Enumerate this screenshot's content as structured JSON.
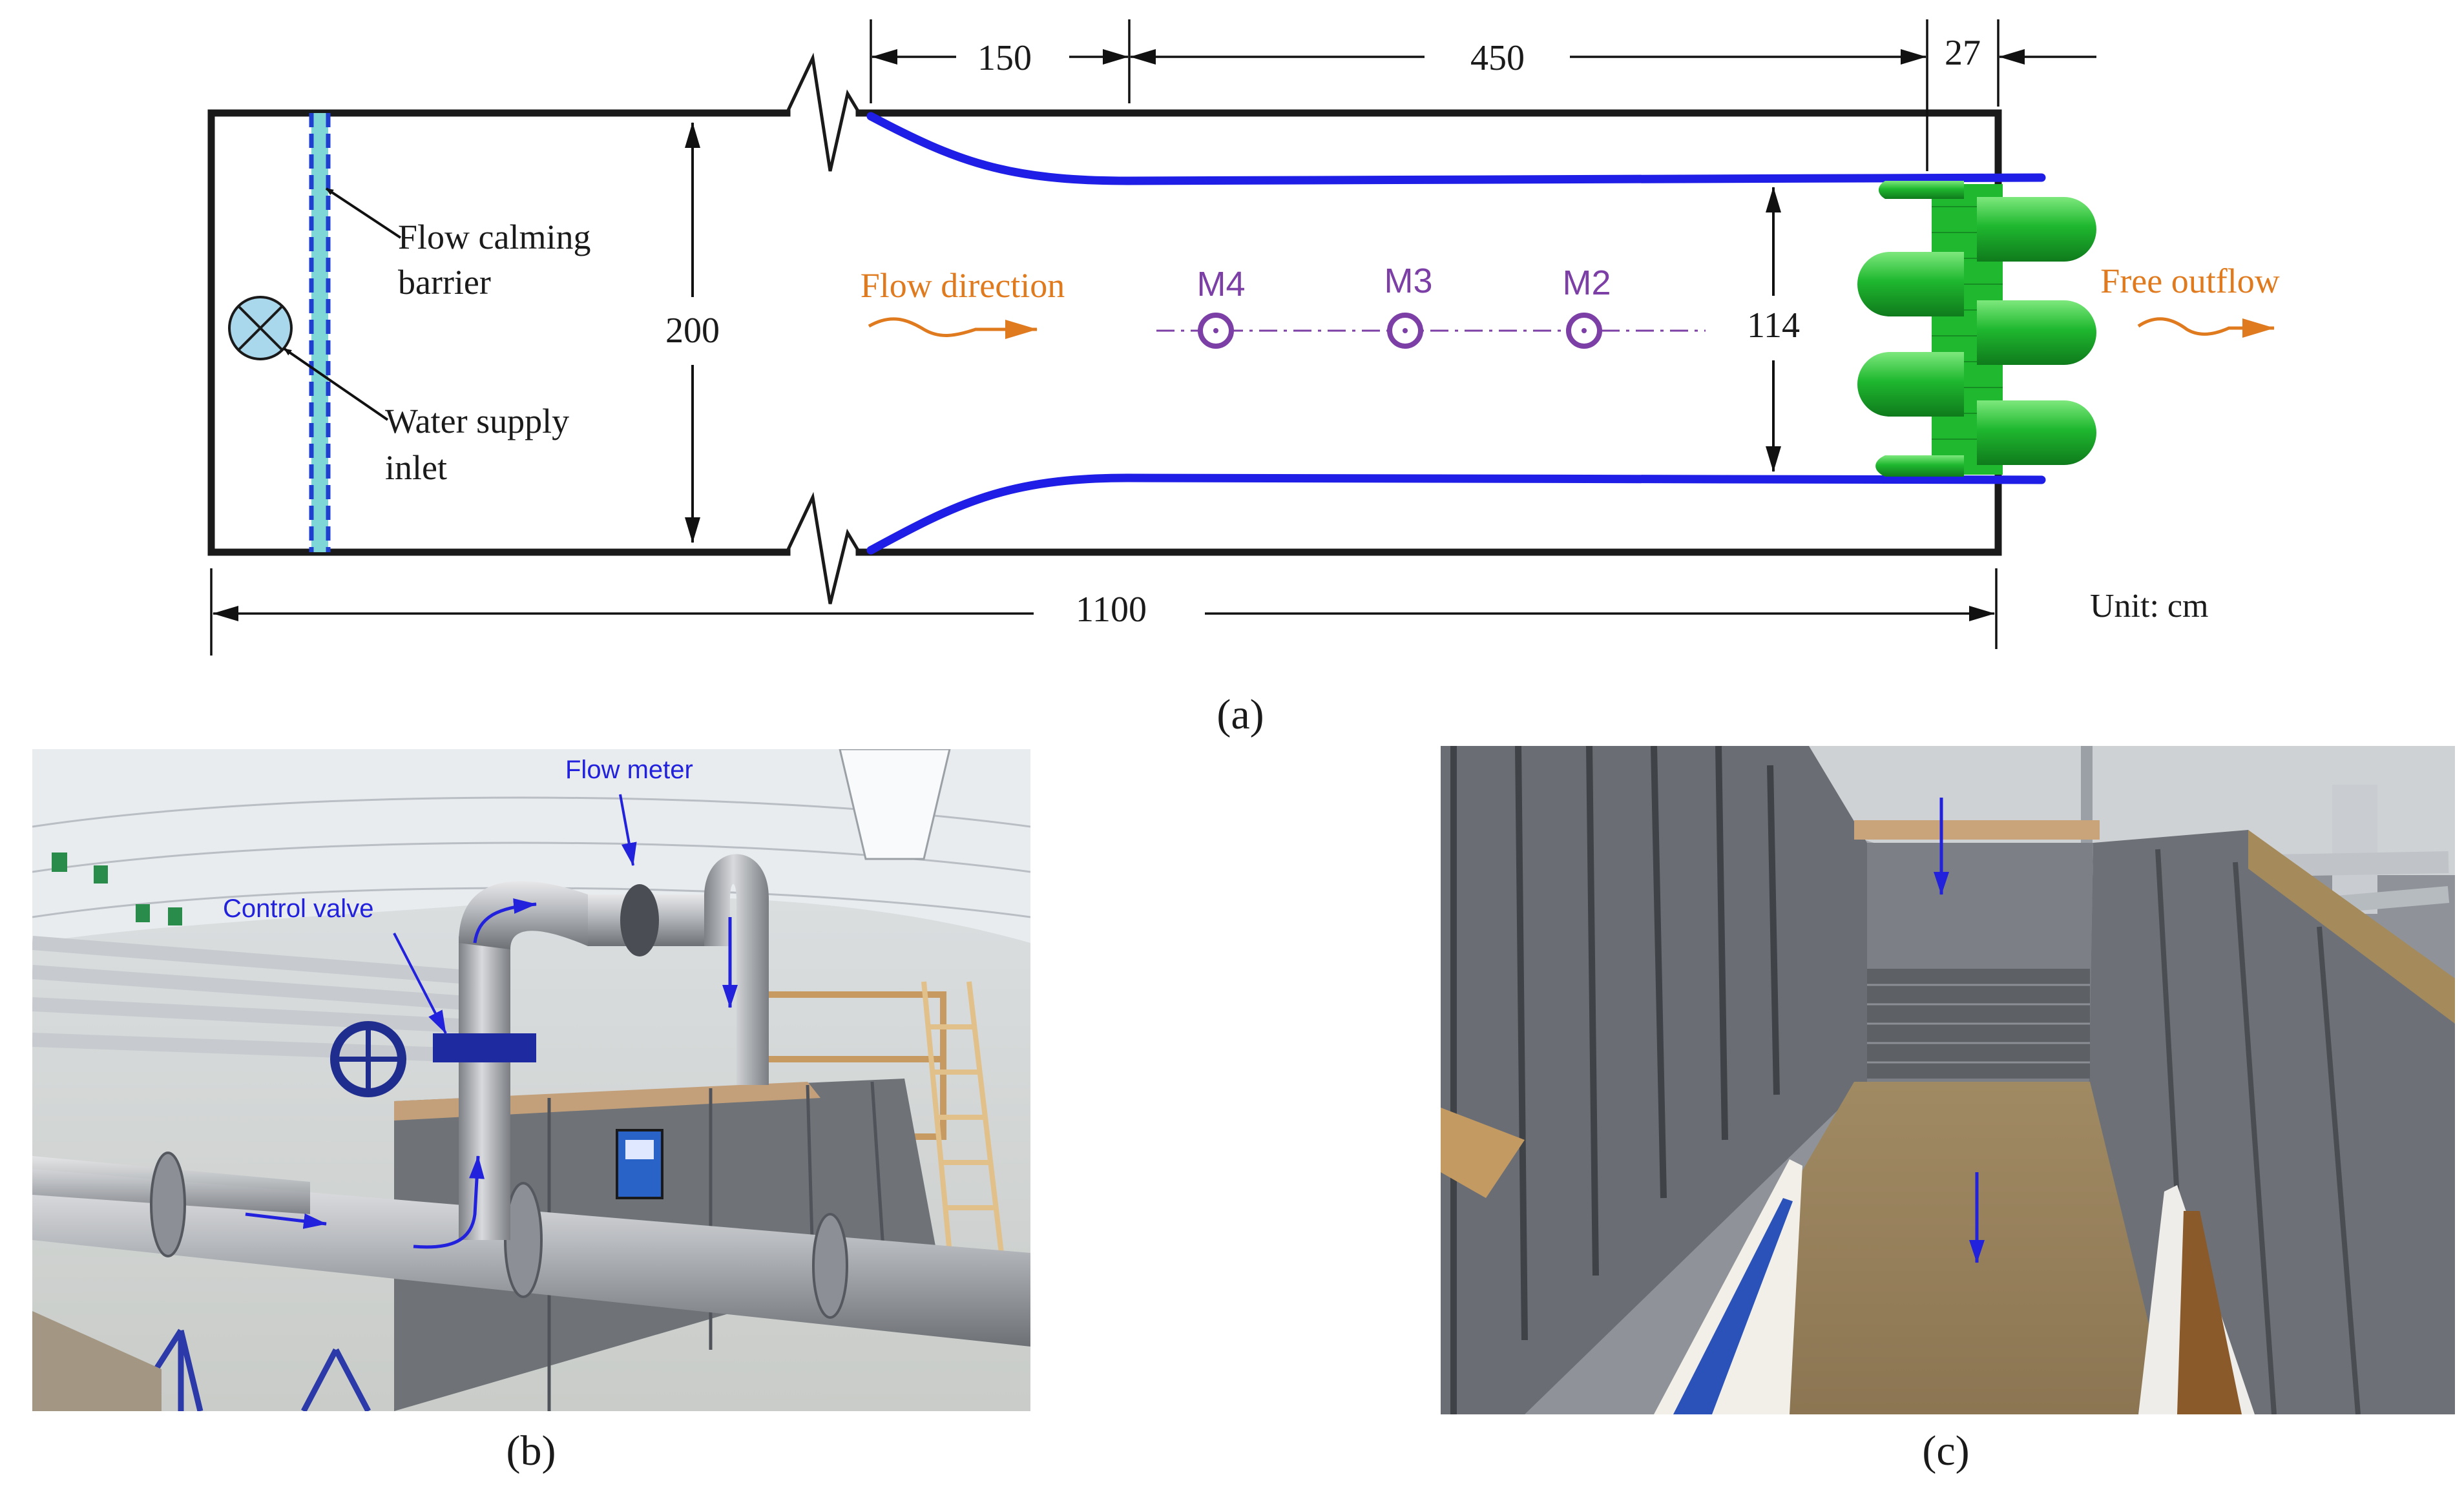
{
  "panel_a": {
    "label": "(a)",
    "dimensions": {
      "upstream_length": "150",
      "flume_length": "450",
      "outlet_length": "27",
      "tank_width": "200",
      "channel_width": "114",
      "total_length": "1100"
    },
    "unit_label": "Unit: cm",
    "labels": {
      "flow_calming_line1": "Flow calming",
      "flow_calming_line2": "barrier",
      "water_supply_line1": "Water supply",
      "water_supply_line2": "inlet",
      "flow_direction": "Flow direction",
      "free_outflow": "Free outflow"
    },
    "measurement_points": [
      "M4",
      "M3",
      "M2"
    ],
    "colors": {
      "wall": "#1a1a1a",
      "channel": "#1e1ee6",
      "barrier_light": "#7fd6d6",
      "barrier_dark": "#1e3fd0",
      "flow_text": "#e07a1e",
      "points": "#7b3fa6",
      "weir": "#22b83a"
    }
  },
  "panel_b": {
    "label": "(b)",
    "annotations": {
      "flow_meter": "Flow meter",
      "control_valve": "Control valve"
    }
  },
  "panel_c": {
    "label": "(c)"
  }
}
